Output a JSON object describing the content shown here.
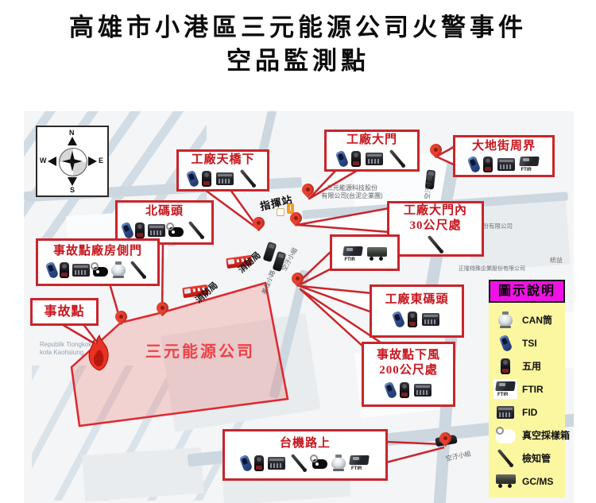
{
  "title": {
    "line1": "高雄市小港區三元能源公司火警事件",
    "line2": "空品監測點"
  },
  "compass": {
    "n": "N",
    "e": "E",
    "s": "S",
    "w": "W"
  },
  "icon_text": {
    "ftir": "FTIR"
  },
  "callouts": {
    "bridge": {
      "label": "工廠天橋下",
      "icons": [
        "tsi",
        "fiveuse",
        "fid",
        "tube"
      ]
    },
    "gate": {
      "label": "工廠大門",
      "icons": [
        "tsi",
        "fiveuse",
        "fid",
        "tube"
      ]
    },
    "dadi": {
      "label": "大地街周界",
      "icons": [
        "tsi",
        "fiveuse",
        "fid",
        "ftir"
      ]
    },
    "north_dock": {
      "label": "北碼頭",
      "icons": [
        "tsi",
        "fiveuse",
        "fid",
        "vacuum",
        "tube"
      ]
    },
    "side_door": {
      "label": "事故點廠房側門",
      "icons": [
        "tsi",
        "fiveuse",
        "fid",
        "vacuum",
        "can",
        "tube"
      ]
    },
    "incident": {
      "label": "事故點",
      "icons": []
    },
    "gate_inner": {
      "label1": "工廠大門內",
      "label2": "30公尺處",
      "icons": [
        "tube"
      ]
    },
    "ftir_box": {
      "icons": [
        "ftir",
        "gcms"
      ]
    },
    "east_dock": {
      "label": "工廠東碼頭",
      "icons": [
        "tsi",
        "fiveuse",
        "fid"
      ]
    },
    "downwind": {
      "label1": "事故點下風",
      "label2": "200公尺處",
      "icons": [
        "tsi",
        "fiveuse",
        "fid"
      ]
    },
    "taiji_road": {
      "label": "台機路上",
      "icons": [
        "tsi",
        "fiveuse",
        "fid",
        "tube",
        "vacuum",
        "can",
        "ftir"
      ]
    }
  },
  "map_labels": {
    "command_station": "指揮站",
    "company_place_line1": "三元能源科技股份",
    "company_place_line2": "有限公司(台泥企業團)",
    "company_area": "三元能源公司",
    "fire_dept_1": "消防局",
    "fire_dept_2": "消防局",
    "air_team_1": "空汙小組",
    "air_team_2": "空汙小組",
    "air_team_3": "空汙小組",
    "street_1": "美佳小路",
    "biz_1": "富昌工業股份有限公司",
    "biz_2": "正隆特殊企業股份有限公司",
    "biz_3": "統益",
    "intl_line1": "Republik Tiongkok",
    "intl_line2": "kota Kaohsiung",
    "warning_mark": "!"
  },
  "legend": {
    "title": "圖示說明",
    "items": [
      {
        "icon": "can",
        "label": "CAN筒"
      },
      {
        "icon": "tsi",
        "label": "TSI"
      },
      {
        "icon": "fiveuse",
        "label": "五用"
      },
      {
        "icon": "ftir",
        "label": "FTIR"
      },
      {
        "icon": "fid",
        "label": "FID"
      },
      {
        "icon": "vacuum",
        "label": "真空採樣箱"
      },
      {
        "icon": "tube",
        "label": "檢知管"
      },
      {
        "icon": "gcms",
        "label": "GC/MS"
      }
    ],
    "colors": {
      "header_bg": "#ef12e4",
      "body_bg": "#fbf7a0"
    }
  },
  "colors": {
    "callout_border": "#c9252b",
    "callout_text": "#c8161d",
    "pin": "#e8402f",
    "zone_fill": "rgba(233,70,60,0.20)",
    "zone_border": "#e0262c",
    "road": "#ccd7e0"
  }
}
